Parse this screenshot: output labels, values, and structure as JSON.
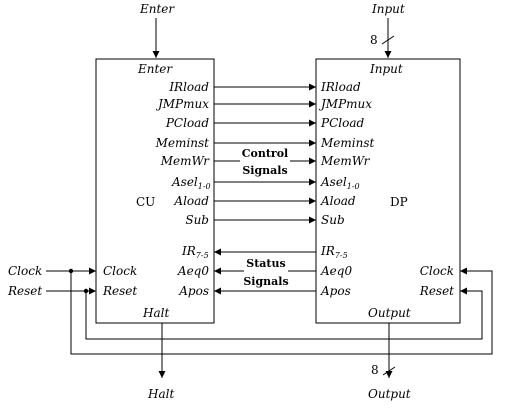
{
  "blocks": {
    "cu": {
      "name": "CU"
    },
    "dp": {
      "name": "DP"
    }
  },
  "external": {
    "enter": "Enter",
    "input": "Input",
    "clock": "Clock",
    "reset": "Reset",
    "halt": "Halt",
    "output": "Output"
  },
  "bus_widths": {
    "input": "8",
    "output": "8"
  },
  "cu_ports": {
    "enter": "Enter",
    "clock": "Clock",
    "reset": "Reset",
    "halt": "Halt"
  },
  "dp_ports": {
    "input": "Input",
    "clock": "Clock",
    "reset": "Reset",
    "output": "Output"
  },
  "control_signals": {
    "irload": "IRload",
    "jmpmux": "JMPmux",
    "pcload": "PCload",
    "meminst": "Meminst",
    "memwr": "MemWr",
    "asel_base": "Asel",
    "asel_sub": "1-0",
    "aload": "Aload",
    "sub": "Sub"
  },
  "status_signals": {
    "ir_base": "IR",
    "ir_sub": "7-5",
    "aeq0": "Aeq0",
    "apos": "Apos"
  },
  "group_labels": {
    "control_1": "Control",
    "control_2": "Signals",
    "status_1": "Status",
    "status_2": "Signals"
  }
}
